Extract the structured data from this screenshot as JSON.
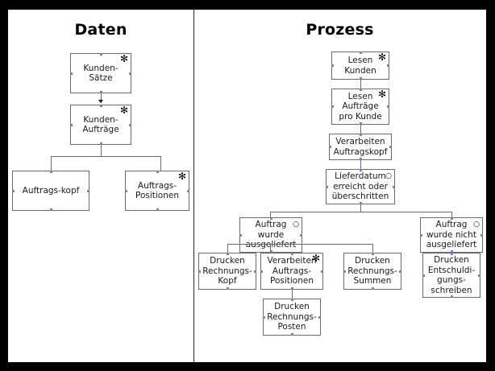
{
  "diagram": {
    "panels": [
      {
        "id": "daten",
        "title": "Daten"
      },
      {
        "id": "prozess",
        "title": "Prozess"
      }
    ],
    "marker_star": "✻",
    "marker_circle": "○",
    "nodes": {
      "kunden_saetze": {
        "label": "Kunden-\nSätze",
        "marker": "star"
      },
      "kunden_auftraege": {
        "label": "Kunden-\nAufträge",
        "marker": "star"
      },
      "auftrags_kopf": {
        "label": "Auftrags-kopf",
        "marker": "none"
      },
      "auftrags_positionen": {
        "label": "Auftrags-\nPositionen",
        "marker": "star"
      },
      "lesen_kunden": {
        "label": "Lesen\nKunden",
        "marker": "star"
      },
      "lesen_auftraege": {
        "label": "Lesen\nAufträge\npro Kunde",
        "marker": "star"
      },
      "verarbeiten_kopf": {
        "label": "Verarbeiten\nAuftragskopf",
        "marker": "none"
      },
      "lieferdatum": {
        "label": "Lieferdatum\nerreicht oder\nüberschritten",
        "marker": "circle"
      },
      "auftrag_ausgeliefert": {
        "label": "Auftrag\nwurde\nausgeliefert",
        "marker": "circle"
      },
      "auftrag_nicht": {
        "label": "Auftrag\nwurde nicht\nausgeliefert",
        "marker": "circle"
      },
      "drucken_rg_kopf": {
        "label": "Drucken\nRechnungs-\nKopf",
        "marker": "none"
      },
      "verarbeiten_pos": {
        "label": "Verarbeiten\nAuftrags-\nPositionen",
        "marker": "star"
      },
      "drucken_rg_summen": {
        "label": "Drucken\nRechnungs-\nSummen",
        "marker": "none"
      },
      "drucken_entschuldigung": {
        "label": "Drucken\nEntschuldi-\ngungs-\nschreiben",
        "marker": "none"
      },
      "drucken_rg_posten": {
        "label": "Drucken\nRechnungs-\nPosten",
        "marker": "none"
      }
    },
    "colors": {
      "frame": "#000000",
      "canvas": "#ffffff",
      "box_border": "#6b6b6b",
      "divider": "#2b2b2b",
      "handle": "#7b7bd8",
      "text": "#1a1a1a"
    }
  }
}
